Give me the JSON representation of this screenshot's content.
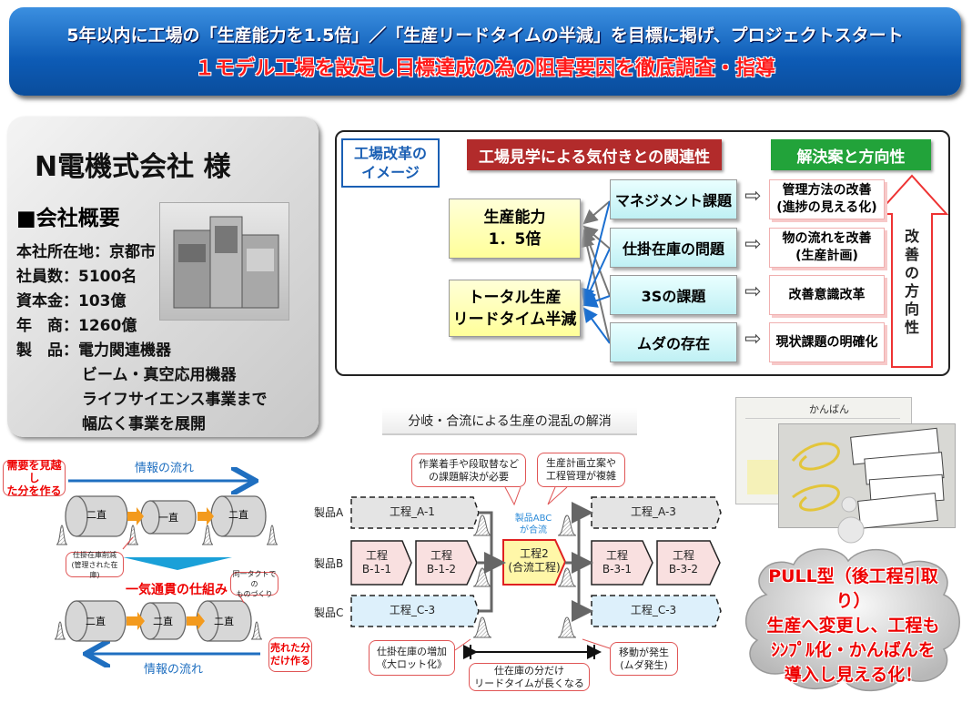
{
  "banner": {
    "line1": "5年以内に工場の「生産能力を1.5倍」／「生産リードタイムの半減」を目標に掲げ、プロジェクトスタート",
    "line2": "１モデル工場を設定し目標達成の為の阻害要因を徹底調査・指導"
  },
  "company": {
    "name": "N電機式会社 様",
    "overview": "■会社概要",
    "lines": [
      "本社所在地：京都市",
      "社員数：5100名",
      "資本金：103億",
      "年　商：1260億",
      "製　品：電力関連機器",
      "ビーム・真空応用機器",
      "ライフサイエンス事業まで",
      "幅広く事業を展開"
    ]
  },
  "reform": {
    "image_label": "工場改革の\nイメージ",
    "header_relation": "工場見学による気付きとの関連性",
    "header_solution": "解決案と方向性",
    "goals": [
      "生産能力\n1．5倍",
      "トータル生産\nリードタイム半減"
    ],
    "issues": [
      "マネジメント課題",
      "仕掛在庫の問題",
      "3Sの課題",
      "ムダの存在"
    ],
    "solutions": [
      "管理方法の改善\n(進捗の見える化)",
      "物の流れを改善\n(生産計画)",
      "改善意識改革",
      "現状課題の明確化"
    ],
    "direction": "改善の方向性",
    "arrow_glyph": "⇨",
    "colors": {
      "relation": "#b22b2b",
      "solution": "#22a33a"
    }
  },
  "flow_left": {
    "callout_forecast": "需要を見越し\nた分を作る",
    "info_flow_top": "情報の流れ",
    "row1": [
      "二直",
      "一直",
      "二直"
    ],
    "callout_wip": "仕掛在庫削減\n(管理された在庫)",
    "one_piece": "一気通貫の仕組み",
    "callout_takt": "同一タクトでの\nものづくり",
    "row2": [
      "二直",
      "二直",
      "二直"
    ],
    "callout_sold": "売れた分\nだけ作る",
    "info_flow_bottom": "情報の流れ"
  },
  "flow_mid": {
    "title": "分岐・合流による生産の混乱の解消",
    "callout_setup": "作業着手や段取替など\nの課題解決が必要",
    "callout_plan": "生産計画立案や\n工程管理が複雑",
    "products": [
      "製品A",
      "製品B",
      "製品C"
    ],
    "proc_a1": "工程_A-1",
    "proc_b11": "工程\nB-1-1",
    "proc_b12": "工程\nB-1-2",
    "proc_c3_left": "工程_C-3",
    "merge_label": "製品ABC\nが合流",
    "proc2": "工程2\n(合流工程)",
    "proc_a3": "工程_A-3",
    "proc_b31": "工程\nB-3-1",
    "proc_b32": "工程\nB-3-2",
    "proc_c3_right": "工程_C-3",
    "callout_wip_inc": "仕掛在庫の増加\n《大ロット化》",
    "callout_lead": "仕在庫の分だけ\nリードタイムが長くなる",
    "callout_move": "移動が発生\n(ムダ発生)"
  },
  "kanban": {
    "card_title": "かんばん"
  },
  "cloud": {
    "text": "PULL型（後工程引取り）\n生産へ変更し、工程も\nｼﾝﾌﾟﾙ化・かんばんを\n導入し見える化！"
  }
}
